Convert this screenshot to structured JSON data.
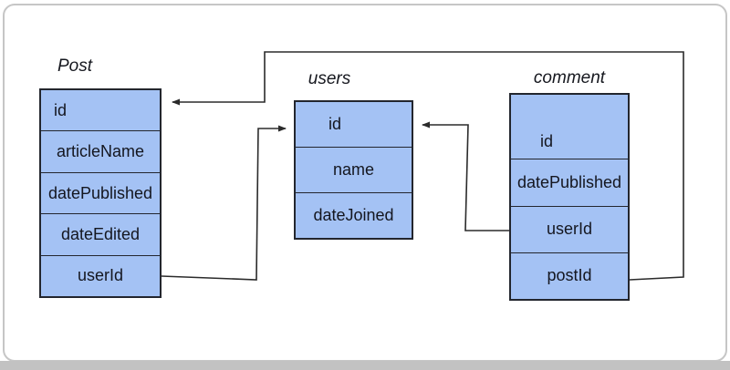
{
  "diagram": {
    "tables": [
      {
        "name": "post-table",
        "title": "Post",
        "rows": [
          "id",
          "articleName",
          "datePublished",
          "dateEdited",
          "userId"
        ]
      },
      {
        "name": "users-table",
        "title": "users",
        "rows": [
          "id",
          "name",
          "dateJoined"
        ]
      },
      {
        "name": "comment-table",
        "title": "comment",
        "rows": [
          "id",
          "datePublished",
          "userId",
          "postId"
        ]
      }
    ],
    "relationships": [
      {
        "from": "Post.userId",
        "to": "users.id"
      },
      {
        "from": "comment.userId",
        "to": "users.id"
      },
      {
        "from": "comment.postId",
        "to": "Post.id"
      }
    ],
    "colors": {
      "table_fill": "#a4c2f4",
      "table_border": "#23262e",
      "connector": "#2b2b2b",
      "card_border": "#c6c6c6",
      "bottom_bar": "#c2c2c2"
    }
  }
}
